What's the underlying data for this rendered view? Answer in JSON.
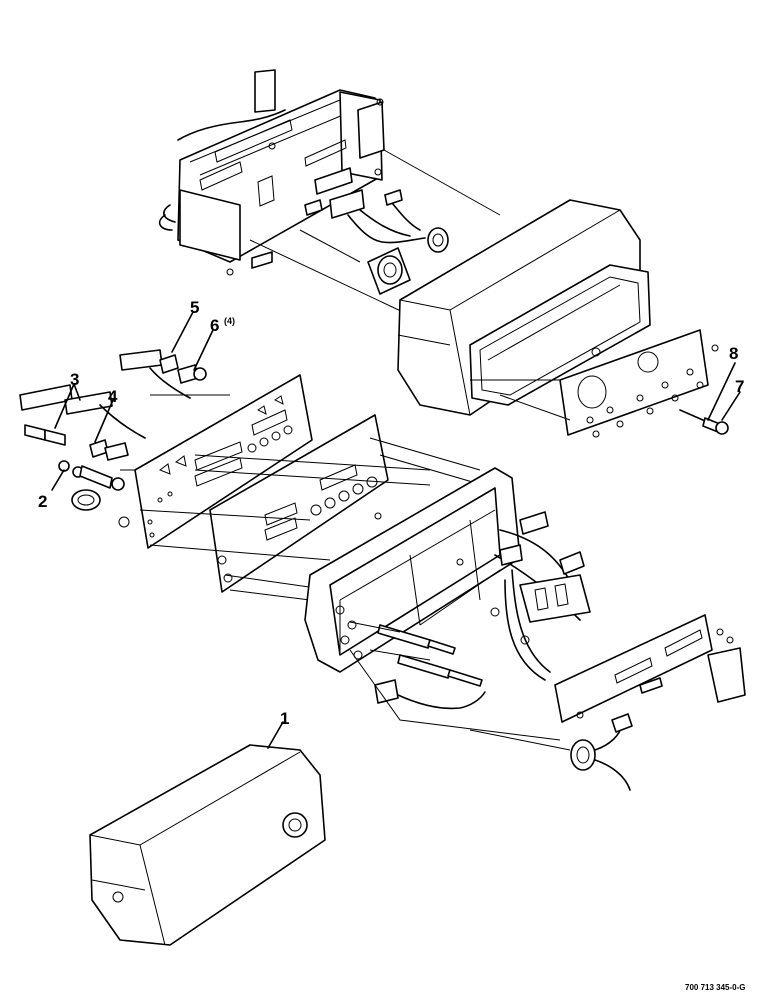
{
  "callouts": {
    "c1": "1",
    "c2": "2",
    "c3": "3",
    "c4": "4",
    "c5": "5",
    "c6": "6",
    "c6_qty": "(4)",
    "c7": "7",
    "c8": "8"
  },
  "drawing_number": "700 713 345-0-G"
}
